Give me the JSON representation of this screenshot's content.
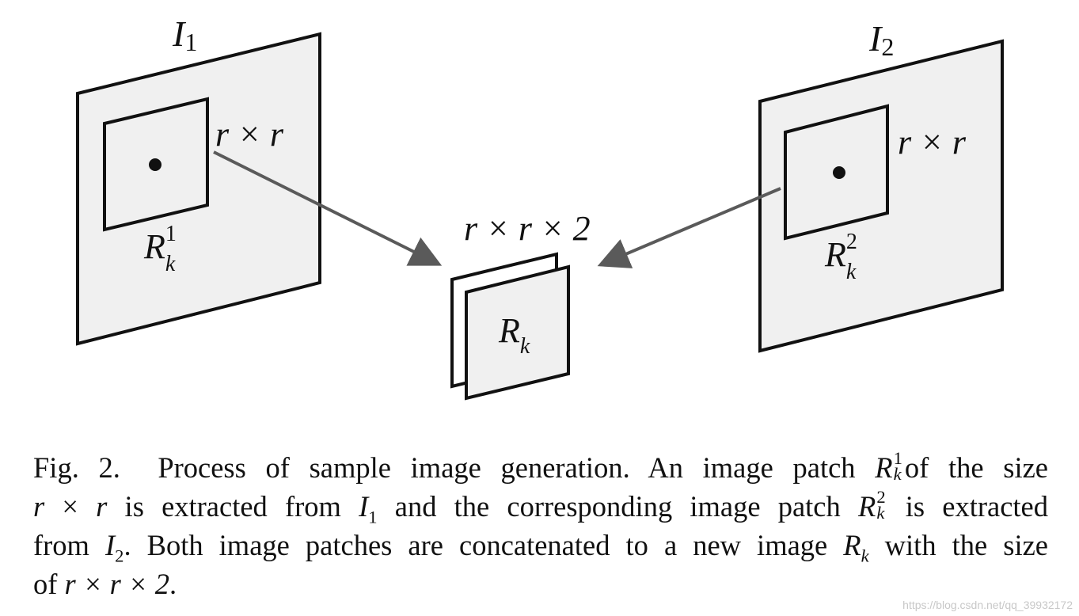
{
  "diagram": {
    "image1": {
      "label": "I",
      "label_sub": "1",
      "patch_size": "r × r",
      "patch_label": "R",
      "patch_sub": "k",
      "patch_sup": "1"
    },
    "image2": {
      "label": "I",
      "label_sub": "2",
      "patch_size": "r × r",
      "patch_label": "R",
      "patch_sub": "k",
      "patch_sup": "2"
    },
    "combined": {
      "size": "r × r × 2",
      "label": "R",
      "label_sub": "k"
    },
    "colors": {
      "panel_fill": "#f0f0f0",
      "outline": "#111111",
      "arrow": "#5a5a5a"
    }
  },
  "caption": {
    "fig_label": "Fig. 2.",
    "line1_a": "Process of sample image generation. An image patch",
    "line1_R": "R",
    "line1_sup": "1",
    "line1_sub": "k",
    "line1_b": "of the size",
    "line2_r1": "r",
    "line2_times": "×",
    "line2_r2": "r",
    "line2_a": "is extracted from",
    "line2_I": "I",
    "line2_Isub": "1",
    "line2_b": "and the corresponding image patch",
    "line2_R": "R",
    "line2_sup": "2",
    "line2_sub": "k",
    "line2_c": "is extracted",
    "line3_a": "from",
    "line3_I": "I",
    "line3_Isub": "2",
    "line3_b": ". Both image patches are concatenated to a new image",
    "line3_R": "R",
    "line3_sub": "k",
    "line3_c": "with the size",
    "line4_a": "of",
    "line4_expr": "r × r × 2",
    "line4_end": "."
  },
  "watermark": "https://blog.csdn.net/qq_39932172"
}
